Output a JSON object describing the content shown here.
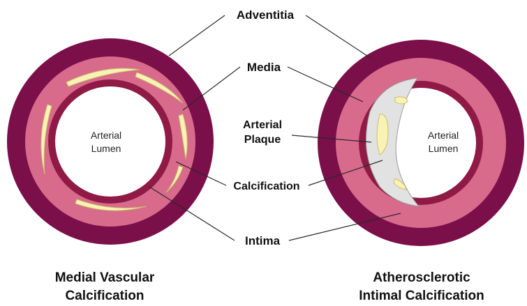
{
  "labels": {
    "adventitia": "Adventitia",
    "media": "Media",
    "plaque_line1": "Arterial",
    "plaque_line2": "Plaque",
    "calcification": "Calcification",
    "intima": "Intima"
  },
  "left_vessel": {
    "lumen_line1": "Arterial",
    "lumen_line2": "Lumen",
    "caption_line1": "Medial Vascular",
    "caption_line2": "Calcification"
  },
  "right_vessel": {
    "lumen_line1": "Arterial",
    "lumen_line2": "Lumen",
    "caption_line1": "Atherosclerotic",
    "caption_line2": "Intimal Calcification"
  },
  "colors": {
    "adventitia": "#7a0f4a",
    "media": "#d86a8c",
    "intima": "#8e1a45",
    "lumen": "#ffffff",
    "calcification": "#f8f3b4",
    "plaque": "#e2e2e2"
  }
}
